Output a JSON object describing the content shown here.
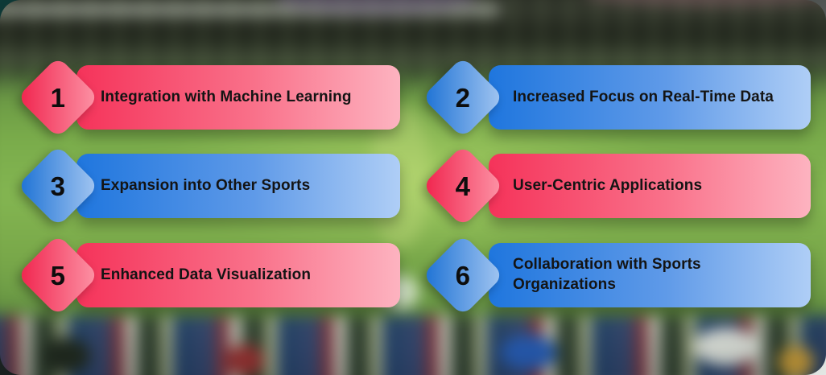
{
  "items": [
    {
      "number": "1",
      "label": "Integration with Machine Learning",
      "color": "red"
    },
    {
      "number": "2",
      "label": "Increased Focus on Real-Time Data",
      "color": "blue"
    },
    {
      "number": "3",
      "label": "Expansion into Other Sports",
      "color": "blue"
    },
    {
      "number": "4",
      "label": "User-Centric Applications",
      "color": "red"
    },
    {
      "number": "5",
      "label": "Enhanced Data Visualization",
      "color": "red"
    },
    {
      "number": "6",
      "label": "Collaboration with Sports Organizations",
      "color": "blue"
    }
  ],
  "palette": {
    "red_bar_start": "#f5335a",
    "red_bar_end": "#fdb3c0",
    "red_diamond_start": "#f0214b",
    "red_diamond_end": "#fd96a8",
    "blue_bar_start": "#1f76de",
    "blue_bar_end": "#afcef6",
    "blue_diamond_start": "#1a70d4",
    "blue_diamond_end": "#a6c8f2",
    "text": "#141414",
    "number": "#0d0d0d"
  },
  "background": {
    "field_green": "#7aa94a",
    "stands_dark": "#2c3126",
    "crowd_band": "#39462f",
    "outer_corner_teal": "#0d3937",
    "outer_corner_gray": "#d3d8d4"
  }
}
